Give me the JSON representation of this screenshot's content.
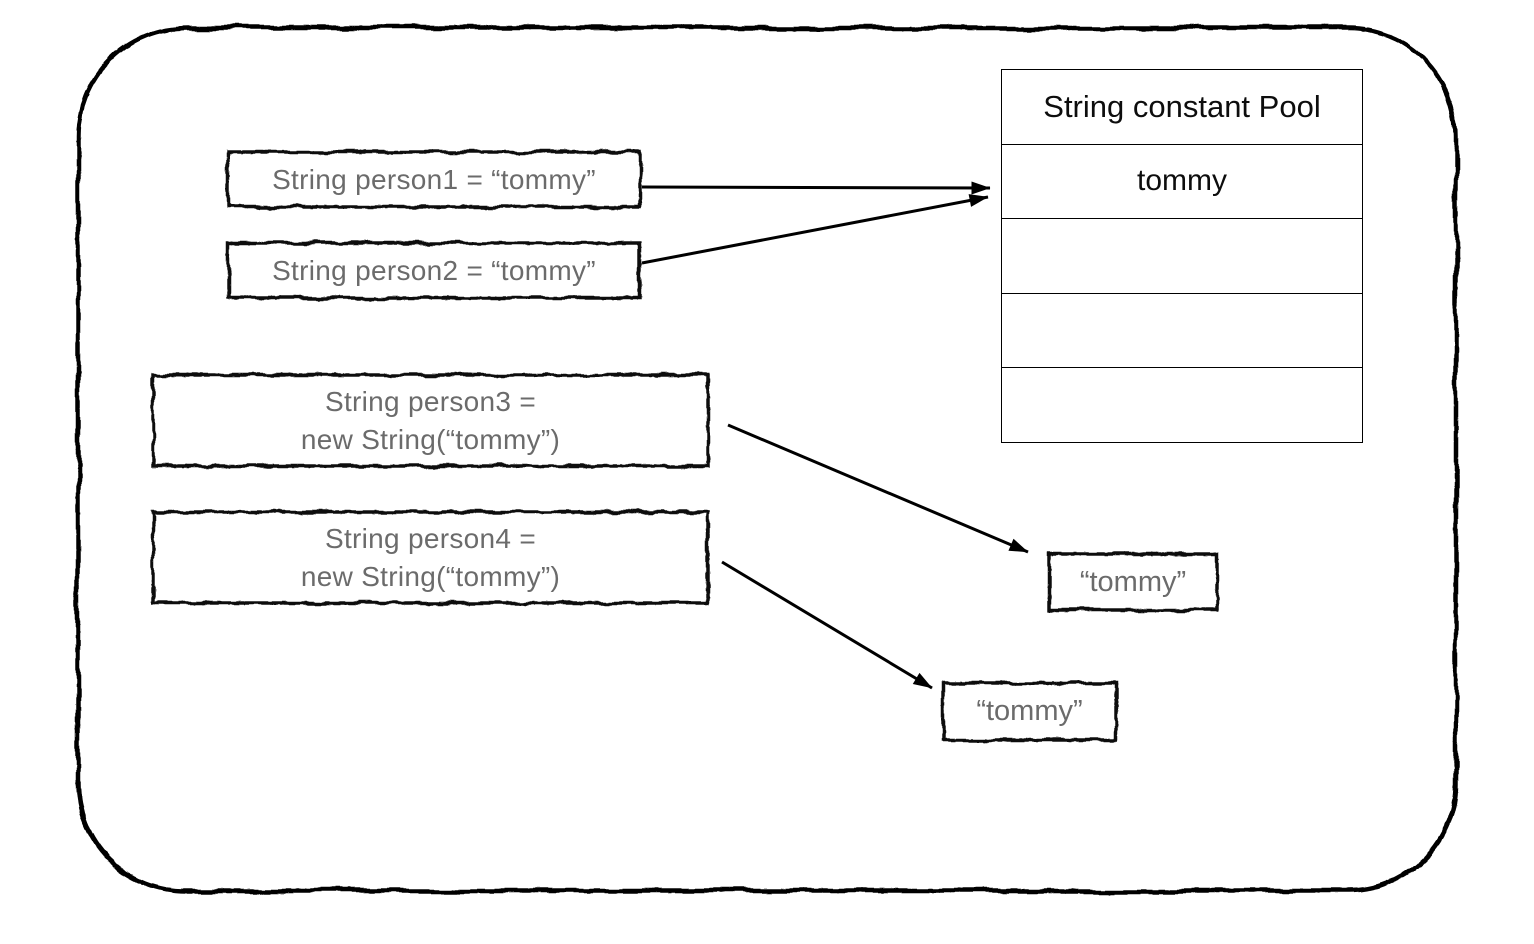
{
  "pool": {
    "title": "String constant Pool",
    "rows": [
      "tommy",
      "",
      "",
      ""
    ]
  },
  "declarations": {
    "person1": {
      "label": "String person1 = “tommy”"
    },
    "person2": {
      "label": "String person2 = “tommy”"
    },
    "person3": {
      "line1": "String person3 =",
      "line2": "new String(“tommy”)"
    },
    "person4": {
      "line1": "String person4 =",
      "line2": "new String(“tommy”)"
    }
  },
  "heap": {
    "object1": {
      "label": "“tommy”"
    },
    "object2": {
      "label": "“tommy”"
    }
  },
  "colors": {
    "outline": "#000000",
    "declaration_text": "#6b6b6b",
    "pool_text": "#0d0d0d"
  }
}
